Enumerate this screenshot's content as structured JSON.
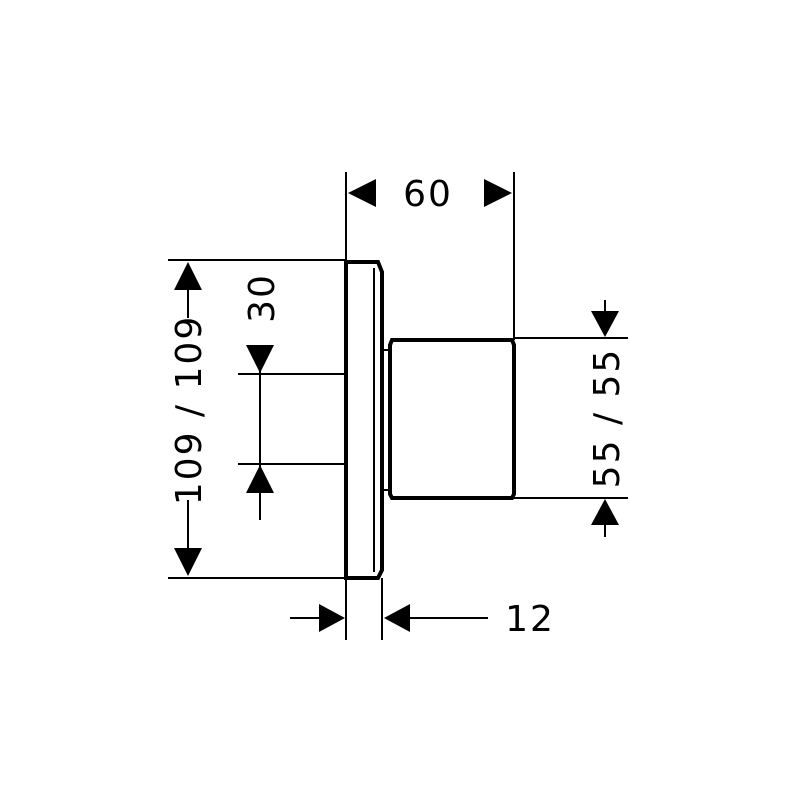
{
  "dimensions": {
    "width_top": "60",
    "height_left": "109 / 109",
    "offset_left": "30",
    "height_right": "55 / 55",
    "depth_bottom": "12"
  },
  "colors": {
    "line": "#000000",
    "background": "#ffffff"
  }
}
